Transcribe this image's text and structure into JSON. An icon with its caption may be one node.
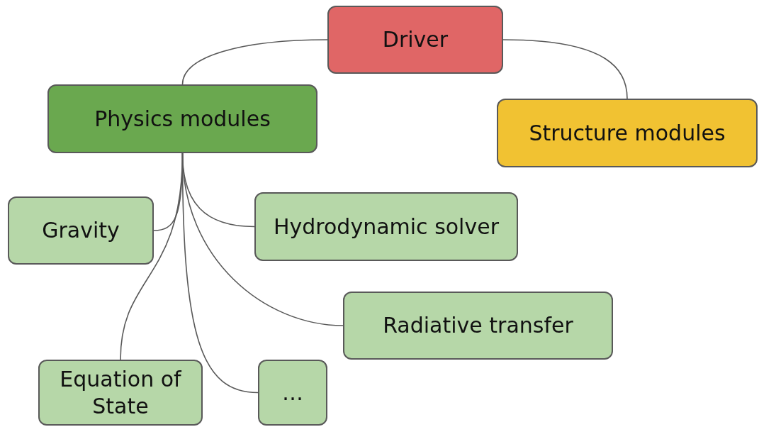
{
  "diagram": {
    "nodes": [
      {
        "text": [
          "Driver"
        ]
      },
      {
        "text": [
          "Physics modules"
        ]
      },
      {
        "text": [
          "Structure modules"
        ]
      },
      {
        "text": [
          "Gravity"
        ]
      },
      {
        "text": [
          "Hydrodynamic solver"
        ]
      },
      {
        "text": [
          "Radiative transfer"
        ]
      },
      {
        "text": [
          "Equation of State"
        ]
      },
      {
        "text": [
          "…"
        ]
      }
    ],
    "edges": [
      {
        "from": 0,
        "to": 1,
        "arrow": "none"
      },
      {
        "from": 0,
        "to": 2,
        "arrow": "none"
      },
      {
        "from": 1,
        "to": 3,
        "arrow": "none"
      },
      {
        "from": 1,
        "to": 4,
        "arrow": "none"
      },
      {
        "from": 1,
        "to": 5,
        "arrow": "none"
      },
      {
        "from": 1,
        "to": 6,
        "arrow": "none"
      },
      {
        "from": 1,
        "to": 7,
        "arrow": "none"
      }
    ]
  }
}
